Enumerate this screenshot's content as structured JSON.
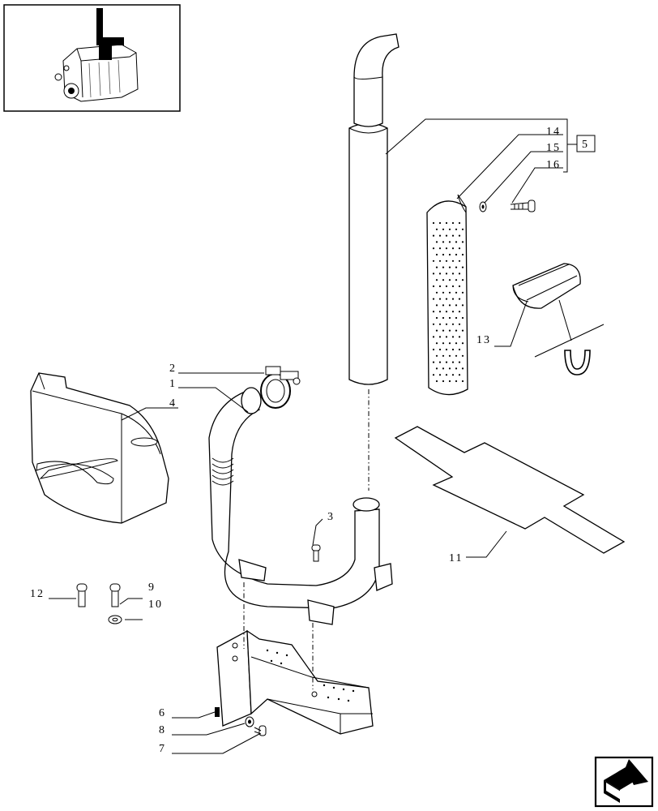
{
  "callouts": {
    "c1": "1",
    "c2": "2",
    "c3": "3",
    "c4": "4",
    "c5": "5",
    "c6": "6",
    "c7": "7",
    "c8": "8",
    "c9": "9",
    "c10": "10",
    "c11": "11",
    "c12": "12",
    "c13": "13",
    "c14": "14",
    "c15": "15",
    "c16": "16"
  },
  "icons": {
    "thumbnail": "engine-thumbnail-icon",
    "next": "next-page-arrow-icon"
  }
}
